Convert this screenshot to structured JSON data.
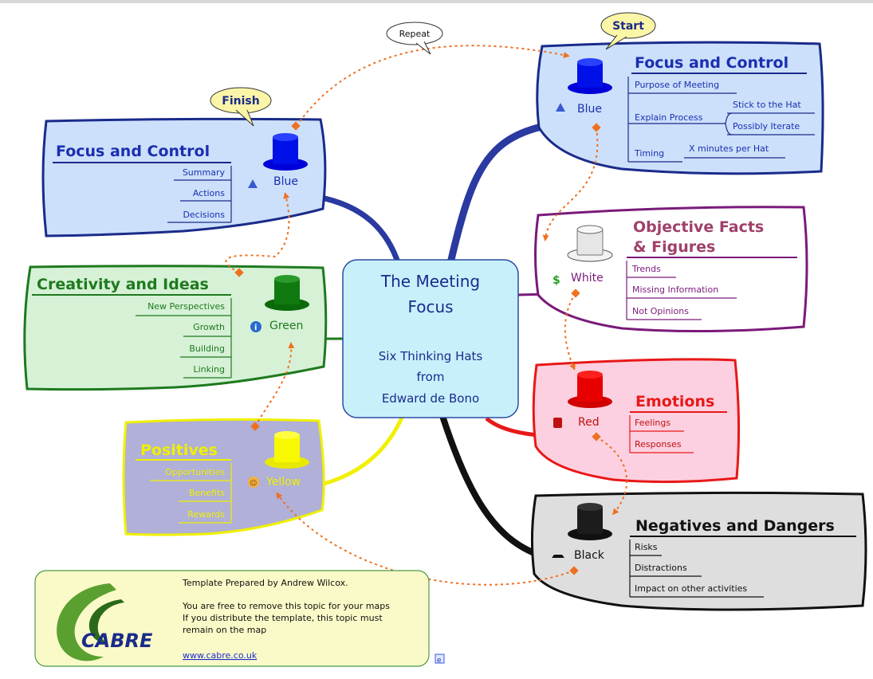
{
  "center": {
    "title_line1": "The Meeting",
    "title_line2": "Focus",
    "sub_line1": "Six Thinking Hats",
    "sub_line2": "from",
    "sub_line3": "Edward de Bono"
  },
  "callouts": {
    "start": "Start",
    "finish": "Finish",
    "repeat": "Repeat"
  },
  "blue_top": {
    "hat_label": "Blue",
    "heading": "Focus and Control",
    "items": [
      "Purpose of Meeting",
      "Explain Process",
      "Timing"
    ],
    "sub_process": [
      "Stick to the Hat",
      "Possibly Iterate"
    ],
    "sub_timing": "X minutes per Hat"
  },
  "blue_left": {
    "hat_label": "Blue",
    "heading": "Focus and Control",
    "items": [
      "Summary",
      "Actions",
      "Decisions"
    ]
  },
  "white": {
    "hat_label": "White",
    "heading_line1": "Objective Facts",
    "heading_line2": "& Figures",
    "items": [
      "Trends",
      "Missing Information",
      "Not Opinions"
    ]
  },
  "green": {
    "hat_label": "Green",
    "heading": "Creativity and Ideas",
    "items": [
      "New Perspectives",
      "Growth",
      "Building",
      "Linking"
    ]
  },
  "red": {
    "hat_label": "Red",
    "heading": "Emotions",
    "items": [
      "Feelings",
      "Responses"
    ]
  },
  "yellow": {
    "hat_label": "Yellow",
    "heading": "Positives",
    "items": [
      "Opportunities",
      "Benefits",
      "Rewards"
    ]
  },
  "black": {
    "hat_label": "Black",
    "heading": "Negatives and Dangers",
    "items": [
      "Risks",
      "Distractions",
      "Impact on other activities"
    ]
  },
  "cabre": {
    "logo_text": "CABRE",
    "line1": "Template Prepared by Andrew Wilcox.",
    "line2": "You are free to remove this topic for your maps",
    "line3": "If you distribute the template, this topic must",
    "line4": "remain on the map",
    "link": "www.cabre.co.uk"
  },
  "colors": {
    "blue_fill": "#cce0fb",
    "blue_border": "#1a2b8a",
    "blue_text": "#1b2fb0",
    "white_border": "#7a1a7a",
    "white_heading": "#a0406a",
    "green_fill": "#d6f1d6",
    "green_border": "#1e7a1e",
    "red_fill": "#fcd0e0",
    "red_border": "#e81818",
    "yellow_fill": "#b0b0d8",
    "yellow_border": "#f0f000",
    "black_fill": "#dedede",
    "center_fill": "#c8f0fb",
    "dotted": "#ee7020"
  }
}
